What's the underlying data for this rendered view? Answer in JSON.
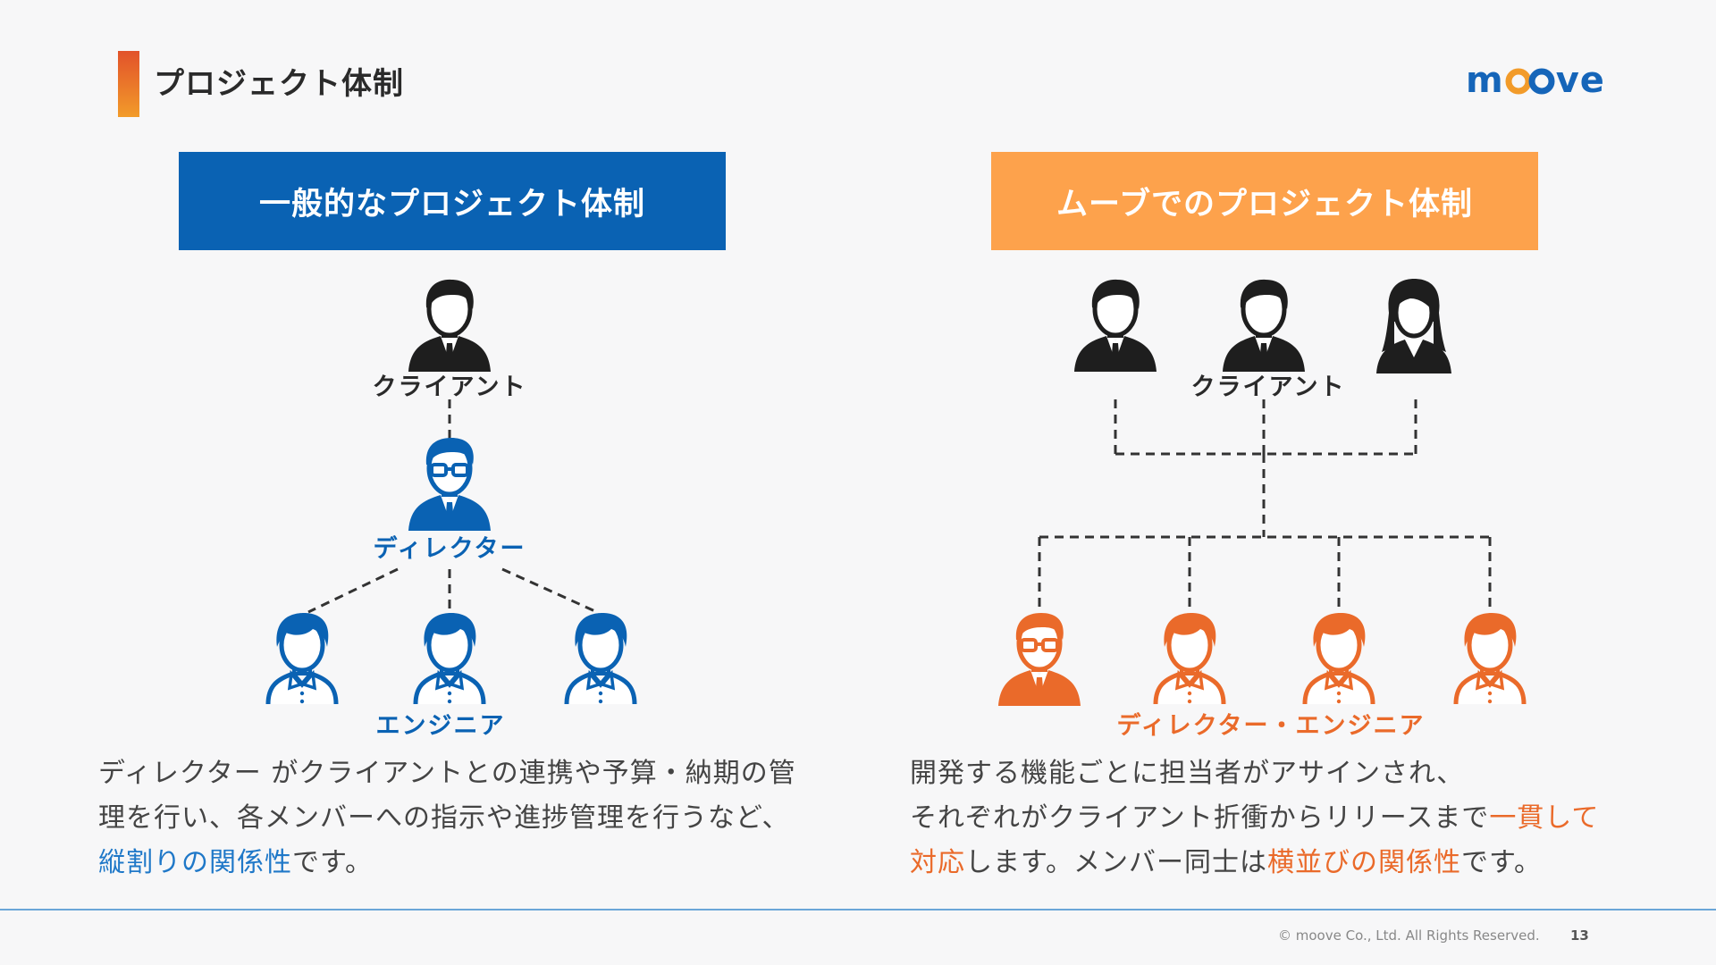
{
  "page_title": "プロジェクト体制",
  "logo": {
    "text_left": "m",
    "text_right": "ve",
    "brand_color": "#1565b9",
    "accent_color": "#f29b2a"
  },
  "left_panel": {
    "header": "一般的なプロジェクト体制",
    "header_color": "#0a62b3",
    "client_label": "クライアント",
    "director_label": "ディレクター",
    "engineer_label": "エンジニア",
    "description": {
      "part1": "ディレクター がクライアントとの連携や予算・納期の管理を行い、各メンバーへの指示や進捗管理を行うなど、",
      "highlight": "縦割りの関係性",
      "part2": "です。"
    }
  },
  "right_panel": {
    "header": "ムーブでのプロジェクト体制",
    "header_color": "#fda24c",
    "client_label": "クライアント",
    "team_label": "ディレクター・エンジニア",
    "description": {
      "line1": "開発する機能ごとに担当者がアサインされ、",
      "part2": "それぞれがクライアント折衝からリリースまで",
      "highlight1": "一貫して対応",
      "part3": "します。メンバー同士は",
      "highlight2": "横並びの関係性",
      "part4": "です。"
    }
  },
  "icons": {
    "client": "businessman-icon",
    "client_female": "businesswoman-icon",
    "director": "director-glasses-icon",
    "engineer": "engineer-icon"
  },
  "colors": {
    "dark": "#1e1e1e",
    "blue": "#0a62b3",
    "orange": "#ea6a2a"
  },
  "footer": {
    "copyright": "© moove Co., Ltd. All Rights Reserved.",
    "page_number": "13"
  }
}
